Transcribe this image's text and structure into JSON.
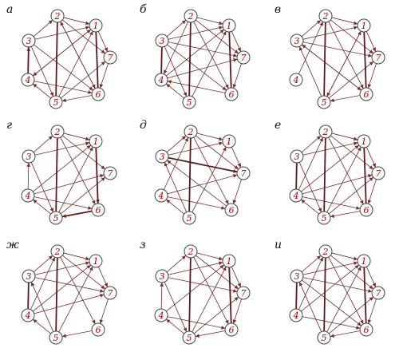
{
  "colors": {
    "edge": "#7a2a2a",
    "edge_bold": "#5a1a1a",
    "node_label": "#b00000",
    "node_stroke": "#444444",
    "letter": "#111111"
  },
  "node_labels": [
    "1",
    "2",
    "3",
    "4",
    "5",
    "6",
    "7"
  ],
  "panels": [
    {
      "letter": "а",
      "nodes": [
        "1",
        "2",
        "3",
        "4",
        "5",
        "6",
        "7"
      ],
      "edges": [
        [
          "2",
          "1"
        ],
        [
          "1",
          "7"
        ],
        [
          "7",
          "6"
        ],
        [
          "6",
          "5"
        ],
        [
          "5",
          "4"
        ],
        [
          "4",
          "3"
        ],
        [
          "3",
          "2"
        ],
        [
          "2",
          "7"
        ],
        [
          "2",
          "6"
        ],
        [
          "3",
          "1"
        ],
        [
          "3",
          "6"
        ],
        [
          "4",
          "1"
        ],
        [
          "4",
          "6"
        ],
        [
          "5",
          "1"
        ],
        [
          "5",
          "7"
        ],
        [
          "3",
          "5"
        ],
        [
          "6",
          "2"
        ],
        [
          "1",
          "4"
        ]
      ],
      "bold": [
        [
          "2",
          "5"
        ],
        [
          "3",
          "4"
        ],
        [
          "1",
          "6"
        ]
      ]
    },
    {
      "letter": "б",
      "nodes": [
        "1",
        "2",
        "3",
        "4",
        "5",
        "6",
        "7"
      ],
      "edges": [
        [
          "2",
          "1"
        ],
        [
          "1",
          "7"
        ],
        [
          "7",
          "6"
        ],
        [
          "5",
          "4"
        ],
        [
          "3",
          "2"
        ],
        [
          "2",
          "4"
        ],
        [
          "2",
          "7"
        ],
        [
          "3",
          "1"
        ],
        [
          "3",
          "7"
        ],
        [
          "3",
          "6"
        ],
        [
          "4",
          "1"
        ],
        [
          "4",
          "7"
        ],
        [
          "5",
          "1"
        ],
        [
          "2",
          "6"
        ],
        [
          "6",
          "4"
        ],
        [
          "3",
          "5"
        ]
      ],
      "bold": [
        [
          "2",
          "5"
        ],
        [
          "3",
          "4"
        ],
        [
          "1",
          "6"
        ]
      ]
    },
    {
      "letter": "в",
      "nodes": [
        "1",
        "2",
        "3",
        "4",
        "5",
        "6",
        "7"
      ],
      "edges": [
        [
          "2",
          "1"
        ],
        [
          "1",
          "7"
        ],
        [
          "7",
          "6"
        ],
        [
          "6",
          "5"
        ],
        [
          "3",
          "2"
        ],
        [
          "2",
          "7"
        ],
        [
          "2",
          "6"
        ],
        [
          "3",
          "1"
        ],
        [
          "3",
          "7"
        ],
        [
          "3",
          "6"
        ],
        [
          "5",
          "1"
        ],
        [
          "5",
          "7"
        ],
        [
          "4",
          "2"
        ],
        [
          "6",
          "3"
        ],
        [
          "1",
          "5"
        ],
        [
          "5",
          "3"
        ]
      ],
      "bold": [
        [
          "2",
          "5"
        ],
        [
          "1",
          "6"
        ]
      ]
    },
    {
      "letter": "г",
      "nodes": [
        "1",
        "2",
        "3",
        "4",
        "5",
        "6",
        "7"
      ],
      "edges": [
        [
          "2",
          "1"
        ],
        [
          "1",
          "6"
        ],
        [
          "5",
          "4"
        ],
        [
          "4",
          "3"
        ],
        [
          "3",
          "2"
        ],
        [
          "2",
          "6"
        ],
        [
          "3",
          "1"
        ],
        [
          "4",
          "1"
        ],
        [
          "4",
          "7"
        ],
        [
          "4",
          "6"
        ],
        [
          "5",
          "1"
        ],
        [
          "5",
          "7"
        ],
        [
          "2",
          "7"
        ],
        [
          "3",
          "5"
        ],
        [
          "6",
          "5"
        ]
      ],
      "bold": [
        [
          "2",
          "5"
        ],
        [
          "5",
          "6"
        ],
        [
          "1",
          "6"
        ]
      ]
    },
    {
      "letter": "д",
      "nodes": [
        "1",
        "2",
        "3",
        "4",
        "5",
        "6",
        "7"
      ],
      "edges": [
        [
          "2",
          "1"
        ],
        [
          "1",
          "7"
        ],
        [
          "7",
          "6"
        ],
        [
          "5",
          "4"
        ],
        [
          "3",
          "2"
        ],
        [
          "2",
          "7"
        ],
        [
          "2",
          "6"
        ],
        [
          "3",
          "1"
        ],
        [
          "3",
          "7"
        ],
        [
          "4",
          "2"
        ],
        [
          "4",
          "7"
        ],
        [
          "5",
          "1"
        ],
        [
          "5",
          "3"
        ],
        [
          "6",
          "3"
        ],
        [
          "4",
          "6"
        ]
      ],
      "bold": [
        [
          "2",
          "5"
        ],
        [
          "3",
          "7"
        ]
      ]
    },
    {
      "letter": "е",
      "nodes": [
        "1",
        "2",
        "3",
        "4",
        "5",
        "6",
        "7"
      ],
      "edges": [
        [
          "2",
          "1"
        ],
        [
          "1",
          "7"
        ],
        [
          "7",
          "6"
        ],
        [
          "6",
          "5"
        ],
        [
          "5",
          "4"
        ],
        [
          "3",
          "2"
        ],
        [
          "2",
          "7"
        ],
        [
          "2",
          "6"
        ],
        [
          "3",
          "1"
        ],
        [
          "4",
          "1"
        ],
        [
          "4",
          "7"
        ],
        [
          "4",
          "6"
        ],
        [
          "5",
          "1"
        ],
        [
          "5",
          "7"
        ],
        [
          "3",
          "5"
        ],
        [
          "4",
          "2"
        ]
      ],
      "bold": [
        [
          "2",
          "5"
        ],
        [
          "3",
          "4"
        ],
        [
          "1",
          "6"
        ]
      ]
    },
    {
      "letter": "ж",
      "nodes": [
        "1",
        "2",
        "3",
        "4",
        "5",
        "6",
        "7"
      ],
      "edges": [
        [
          "2",
          "1"
        ],
        [
          "1",
          "7"
        ],
        [
          "7",
          "6"
        ],
        [
          "6",
          "5"
        ],
        [
          "5",
          "4"
        ],
        [
          "3",
          "2"
        ],
        [
          "2",
          "7"
        ],
        [
          "2",
          "6"
        ],
        [
          "3",
          "1"
        ],
        [
          "3",
          "7"
        ],
        [
          "4",
          "1"
        ],
        [
          "4",
          "7"
        ],
        [
          "5",
          "1"
        ],
        [
          "5",
          "3"
        ],
        [
          "4",
          "2"
        ]
      ],
      "bold": [
        [
          "2",
          "5"
        ],
        [
          "3",
          "4"
        ]
      ]
    },
    {
      "letter": "з",
      "nodes": [
        "1",
        "2",
        "3",
        "4",
        "5",
        "6",
        "7"
      ],
      "edges": [
        [
          "2",
          "1"
        ],
        [
          "1",
          "7"
        ],
        [
          "7",
          "6"
        ],
        [
          "6",
          "5"
        ],
        [
          "5",
          "4"
        ],
        [
          "4",
          "3"
        ],
        [
          "3",
          "2"
        ],
        [
          "2",
          "7"
        ],
        [
          "2",
          "6"
        ],
        [
          "3",
          "1"
        ],
        [
          "3",
          "7"
        ],
        [
          "4",
          "1"
        ],
        [
          "4",
          "6"
        ],
        [
          "5",
          "1"
        ],
        [
          "5",
          "7"
        ],
        [
          "3",
          "5"
        ]
      ],
      "bold": [
        [
          "2",
          "5"
        ],
        [
          "1",
          "6"
        ]
      ]
    },
    {
      "letter": "и",
      "nodes": [
        "1",
        "2",
        "3",
        "4",
        "5",
        "6",
        "7"
      ],
      "edges": [
        [
          "2",
          "1"
        ],
        [
          "1",
          "7"
        ],
        [
          "7",
          "6"
        ],
        [
          "6",
          "5"
        ],
        [
          "3",
          "2"
        ],
        [
          "2",
          "7"
        ],
        [
          "2",
          "6"
        ],
        [
          "3",
          "1"
        ],
        [
          "3",
          "7"
        ],
        [
          "3",
          "6"
        ],
        [
          "4",
          "1"
        ],
        [
          "4",
          "6"
        ],
        [
          "5",
          "1"
        ],
        [
          "5",
          "7"
        ],
        [
          "4",
          "2"
        ],
        [
          "5",
          "3"
        ]
      ],
      "bold": [
        [
          "2",
          "5"
        ],
        [
          "3",
          "4"
        ],
        [
          "1",
          "6"
        ]
      ]
    }
  ]
}
